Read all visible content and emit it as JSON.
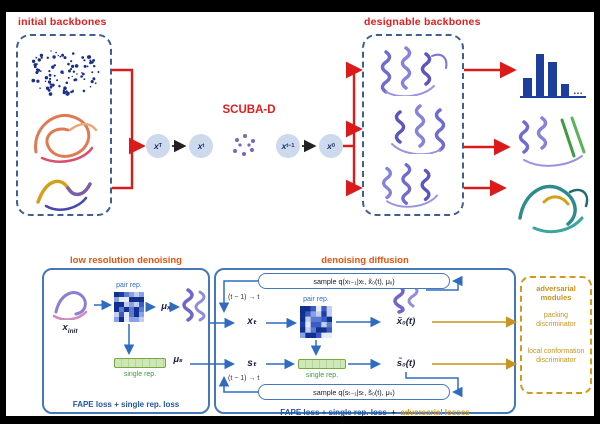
{
  "colors": {
    "label_red": "#e11d1d",
    "arrow_red": "#dd1a1a",
    "module_title_orange": "#e4540e",
    "blue_arrow": "#2f6cc0",
    "box_blue": "#4677b8",
    "dashed_navy": "#3d5f94",
    "gold": "#c9931d",
    "green": "#3f9b3f",
    "bar_navy": "#1e3e9e",
    "node_fill": "#cdd9ec",
    "noise_purple": "#7d64b8"
  },
  "panel_a": {
    "initial_label": "initial backbones",
    "designable_label": "designable backbones",
    "model_name": "SCUBA-D",
    "chain_nodes": [
      {
        "base": "x",
        "sub": "T"
      },
      {
        "base": "x",
        "sub": "t"
      },
      {
        "base": "x",
        "sub": "t−1"
      },
      {
        "base": "x",
        "sub": "0"
      }
    ],
    "bar_icon_values": [
      18,
      42,
      34,
      12
    ],
    "bar_icon_more": "…"
  },
  "panel_b": {
    "left_module": {
      "title": "low resolution denoising",
      "input": {
        "base": "x",
        "sub": "init"
      },
      "pair_rep": "pair rep.",
      "mu_x": "μₓ",
      "mu_s": "μₛ",
      "single_rep": "single rep.",
      "loss": "FAPE loss + single rep. loss"
    },
    "diffusion_module": {
      "title": "denoising diffusion",
      "sample_x": "sample q(xₜ₋₁|xₜ, x̃₀(t), μₓ)",
      "sample_s": "sample q(sₜ₋₁|sₜ, s̃₀(t), μₛ)",
      "step_top": "(t − 1) → t",
      "step_bottom": "(t − 1) → t",
      "x_t": "xₜ",
      "s_t": "sₜ",
      "x0_pred": "x̃₀(t)",
      "s0_pred": "s̃₀(t)",
      "pair_rep": "pair rep.",
      "single_rep": "single rep.",
      "loss_main": "FAPE loss + single rep. loss",
      "loss_plus": "+",
      "loss_adv": "adversarial losses"
    },
    "adversarial": {
      "title": "adversarial modules",
      "items": [
        "packing discriminator",
        "local conformation discriminator"
      ]
    }
  },
  "icons": {
    "panel_a": [
      "point-cloud-protein-icon",
      "orange-ribbon-protein-icon",
      "yellow-purple-protein-icon",
      "purple-protein-icon",
      "bar-chart-icon",
      "purple-green-protein-icon",
      "teal-protein-icon"
    ],
    "panel_b": [
      "pair-rep-heatmap-icon",
      "single-rep-bar-icon",
      "helix-icon"
    ]
  }
}
